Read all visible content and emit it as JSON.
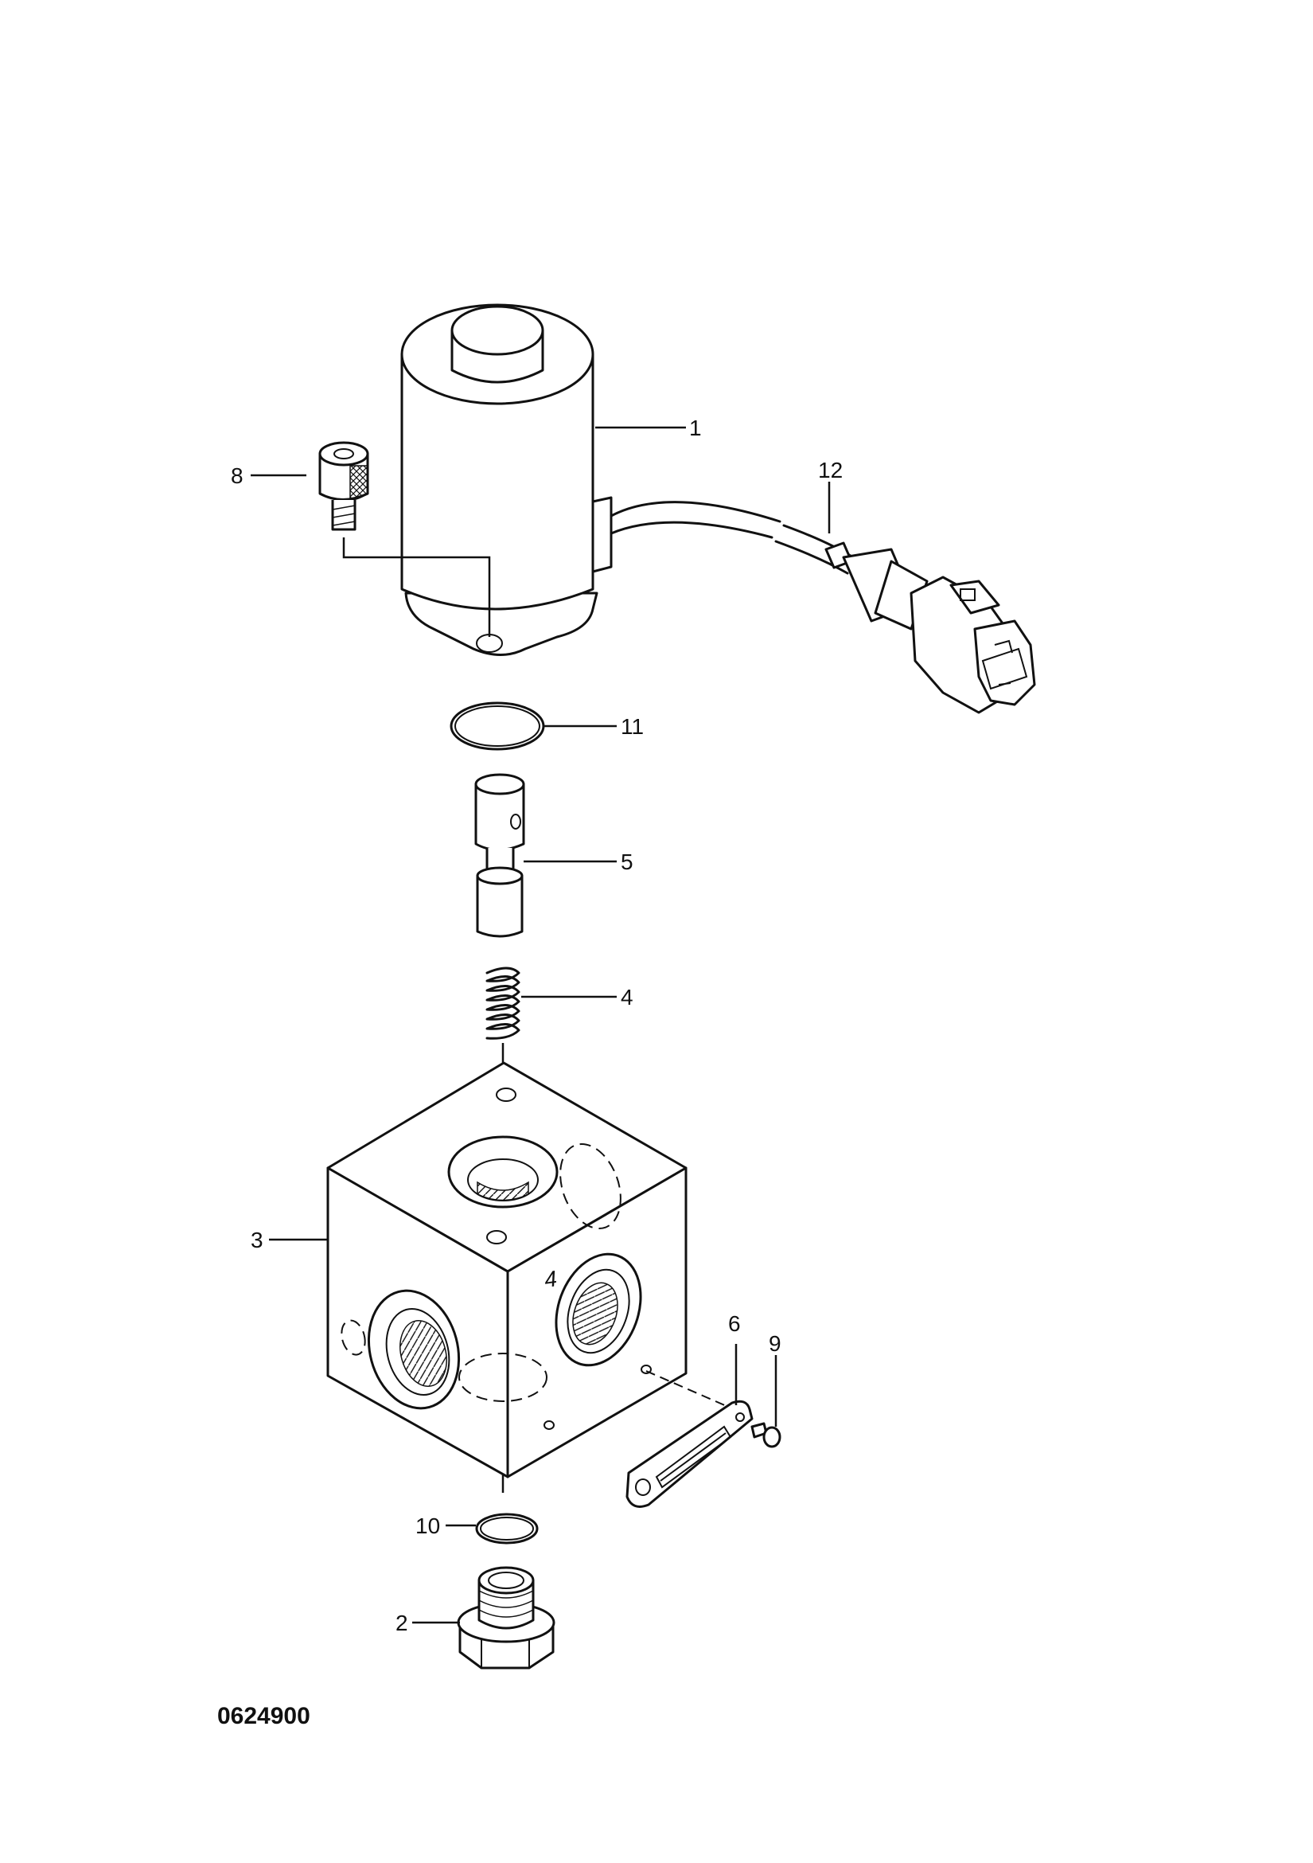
{
  "diagram": {
    "drawing_number": "0624900",
    "callouts": {
      "p1": "1",
      "p2": "2",
      "p3": "3",
      "p4": "4",
      "p5": "5",
      "p6": "6",
      "p8": "8",
      "p9": "9",
      "p10": "10",
      "p11": "11",
      "p12": "12"
    },
    "port_marking": "4"
  }
}
